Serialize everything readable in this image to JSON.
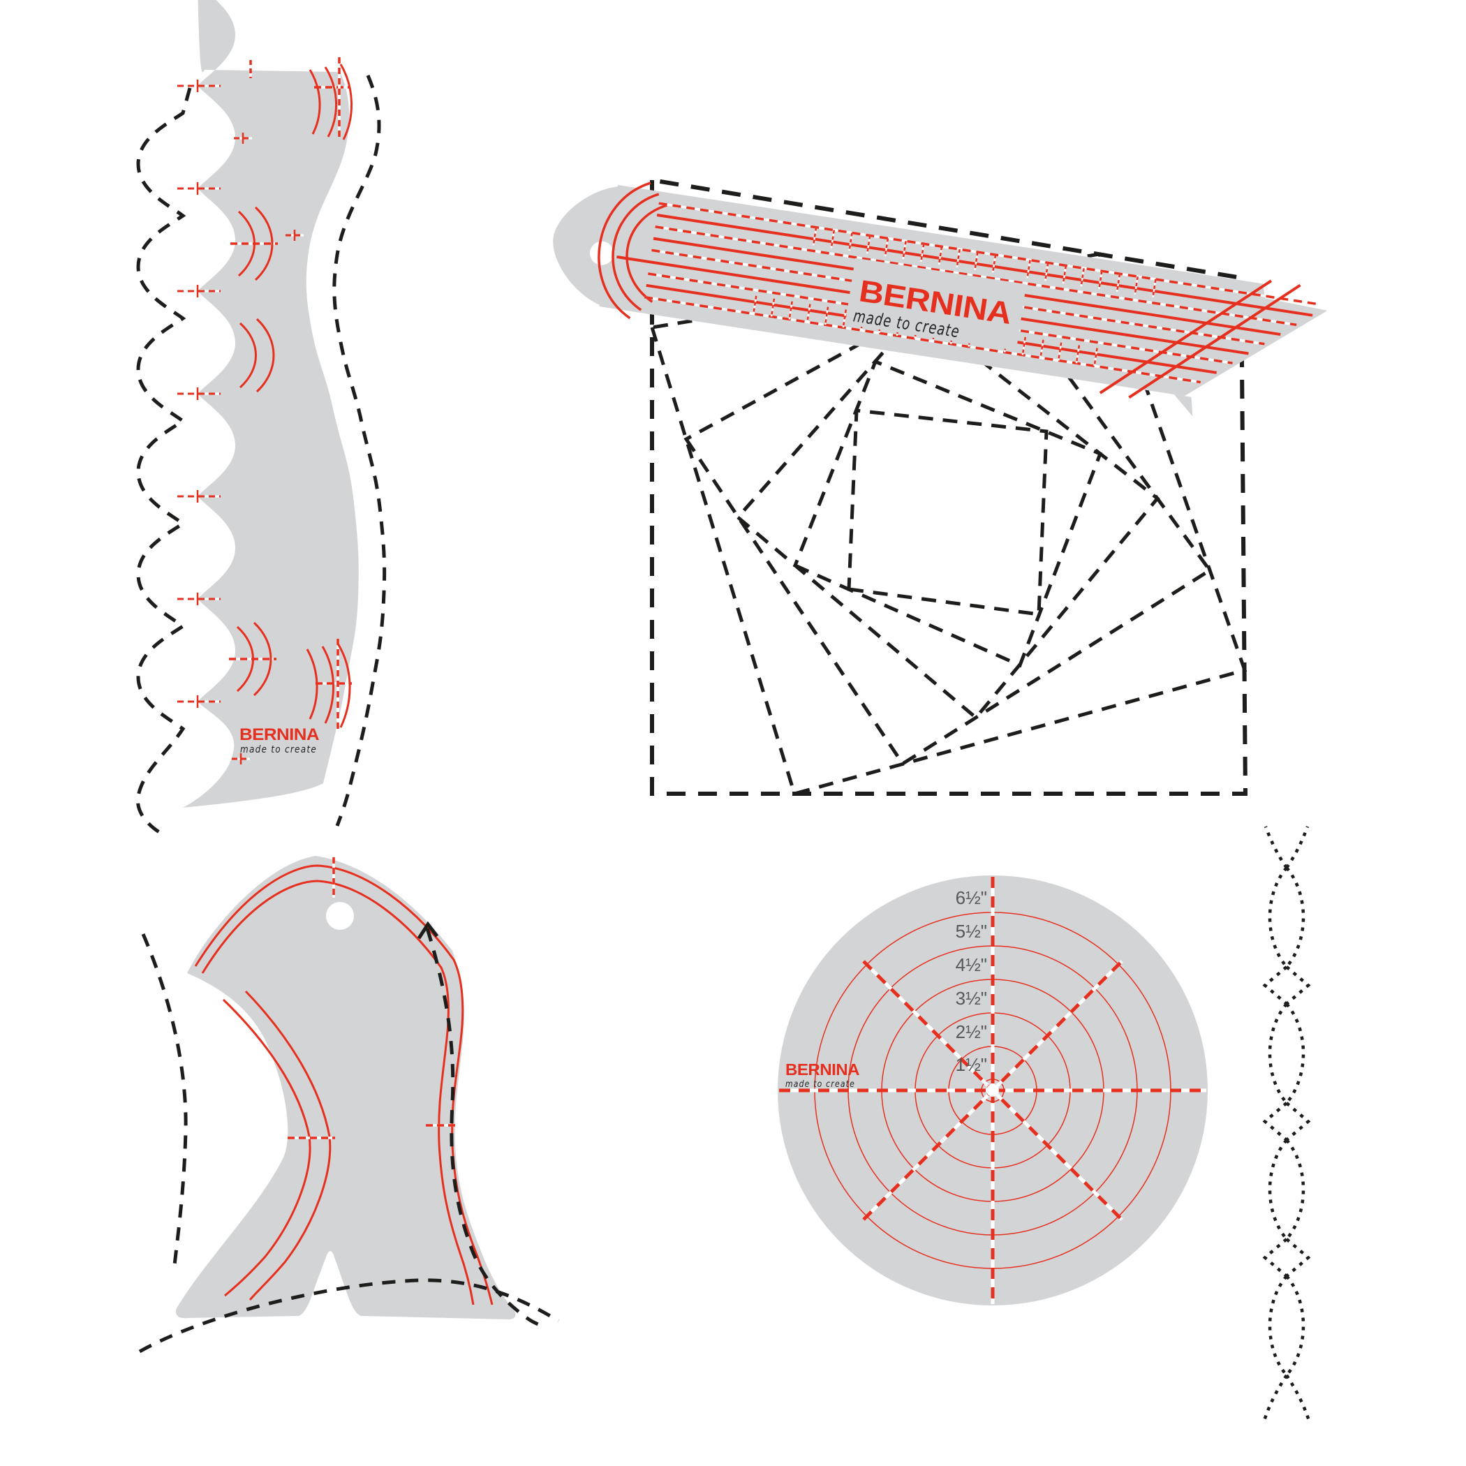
{
  "brand": {
    "name": "BERNINA",
    "tagline": "made to create"
  },
  "circle_template": {
    "labels": [
      "1½\"",
      "2½\"",
      "3½\"",
      "4½\"",
      "5½\"",
      "6½\""
    ]
  },
  "colors": {
    "red": "#e6301f",
    "template_gray": "#d3d4d6",
    "stitch_black": "#1d1d1b",
    "label_gray": "#57575a"
  }
}
